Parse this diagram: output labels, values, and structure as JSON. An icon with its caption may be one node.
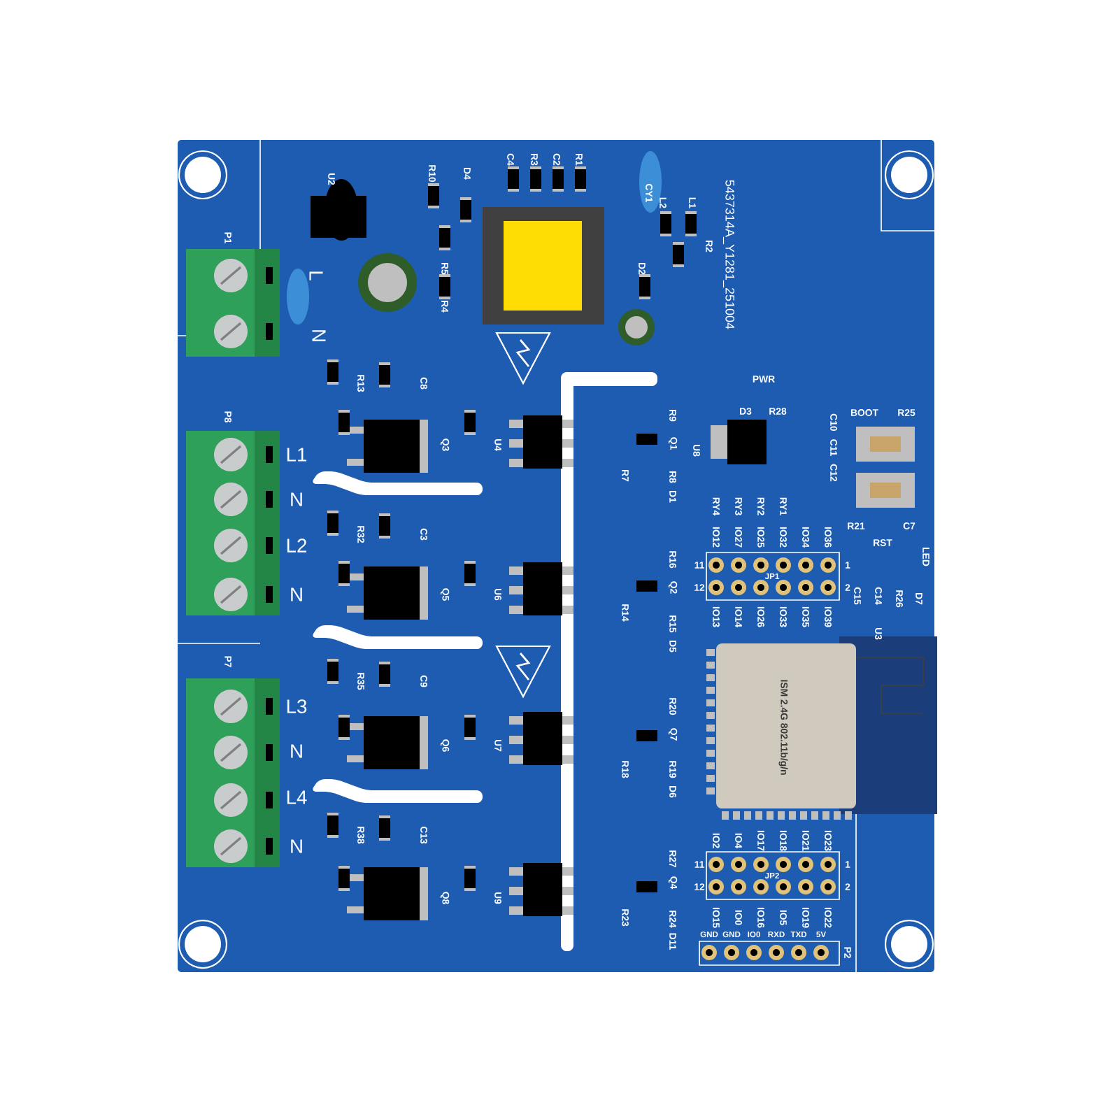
{
  "diagram": {
    "labels": [
      "U2",
      "R10",
      "D4",
      "C4",
      "R3",
      "C2",
      "R1",
      "CY1",
      "L2",
      "L1",
      "R2",
      "R5",
      "D2",
      "R4",
      "5437314A_Y1281_251004",
      "P1",
      "L",
      "N",
      "P8",
      "R13",
      "C8",
      "L1",
      "N",
      "L2",
      "N",
      "Q3",
      "U4",
      "R9",
      "Q1",
      "R7",
      "R8",
      "D1",
      "PWR",
      "D3",
      "R28",
      "U8",
      "C10",
      "C11",
      "C12",
      "BOOT",
      "R25",
      "R21",
      "C7",
      "RST",
      "R32",
      "C3",
      "Q5",
      "U6",
      "R16",
      "Q2",
      "R14",
      "R15",
      "D5",
      "RY4",
      "RY3",
      "RY2",
      "RY1",
      "IO12",
      "IO27",
      "IO25",
      "IO32",
      "IO34",
      "IO36",
      "11",
      "1",
      "JP1",
      "12",
      "2",
      "IO13",
      "IO14",
      "IO26",
      "IO33",
      "IO35",
      "IO39",
      "C15",
      "C14",
      "R26",
      "D7",
      "LED",
      "U3",
      "ISM 2.4G 802.11b/g/n",
      "P7",
      "L3",
      "N",
      "L4",
      "N",
      "R35",
      "C9",
      "Q6",
      "U7",
      "R20",
      "Q7",
      "R18",
      "R19",
      "D6",
      "R38",
      "C13",
      "Q8",
      "U9",
      "R27",
      "Q4",
      "R23",
      "R24",
      "D11",
      "IO2",
      "IO4",
      "IO17",
      "IO18",
      "IO21",
      "IO23",
      "11",
      "1",
      "JP2",
      "12",
      "2",
      "IO15",
      "IO0",
      "IO16",
      "IO5",
      "IO19",
      "IO22",
      "GND",
      "GND",
      "IO0",
      "RXD",
      "TXD",
      "5V",
      "P2"
    ]
  }
}
